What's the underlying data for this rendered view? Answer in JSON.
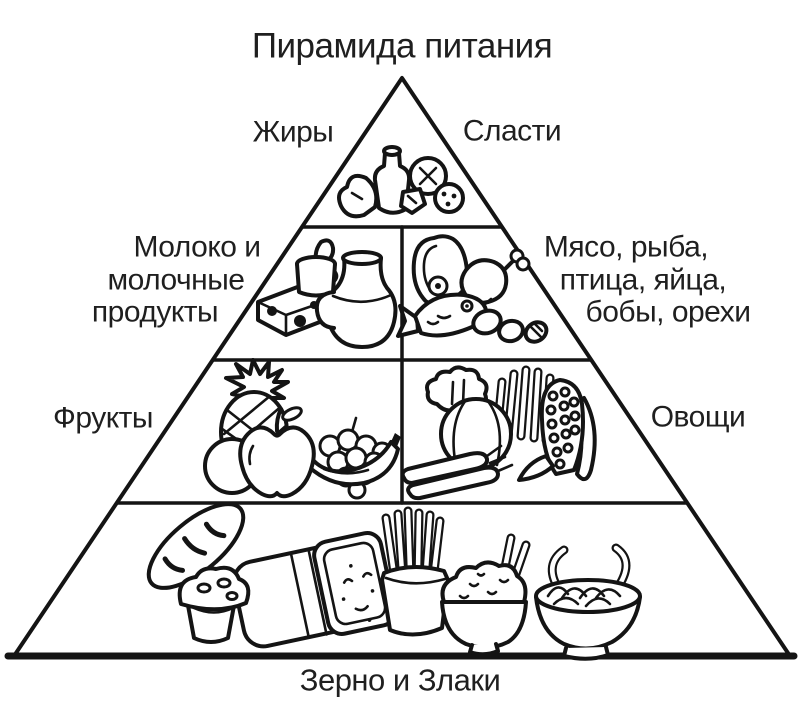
{
  "title": "Пирамида питания",
  "pyramid": {
    "tier1": {
      "left_label": "Жиры",
      "right_label": "Сласти",
      "icons": [
        "butter-icon",
        "oil-bottle-icon",
        "cracker-icon",
        "chocolate-piece-icon",
        "chip-cookie-icon"
      ]
    },
    "tier2": {
      "left_label_lines": [
        "Молоко и",
        "молочные",
        "продукты"
      ],
      "right_label_lines": [
        "Мясо, рыба,",
        "птица, яйца,",
        "бобы, орехи"
      ],
      "left_icons": [
        "yogurt-cup-icon",
        "cheese-icon",
        "milk-jug-icon"
      ],
      "right_icons": [
        "ham-steak-icon",
        "chicken-leg-icon",
        "fish-icon",
        "eggs-icon",
        "nut-icon"
      ]
    },
    "tier3": {
      "left_label": "Фрукты",
      "right_label": "Овощи",
      "left_icons": [
        "pineapple-icon",
        "grapes-icon",
        "banana-icon",
        "orange-icon",
        "apple-icon"
      ],
      "right_icons": [
        "celery-icon",
        "broccoli-icon",
        "corn-icon",
        "cabbage-icon",
        "carrots-icon"
      ]
    },
    "tier4": {
      "label": "Зерно и Злаки",
      "icons": [
        "baguette-icon",
        "bread-loaf-icon",
        "muffin-icon",
        "spaghetti-cup-icon",
        "rice-bowl-icon",
        "noodle-bowl-icon"
      ]
    }
  },
  "colors": {
    "background": "#ffffff",
    "line": "#141414",
    "text": "#1f1f1f"
  }
}
